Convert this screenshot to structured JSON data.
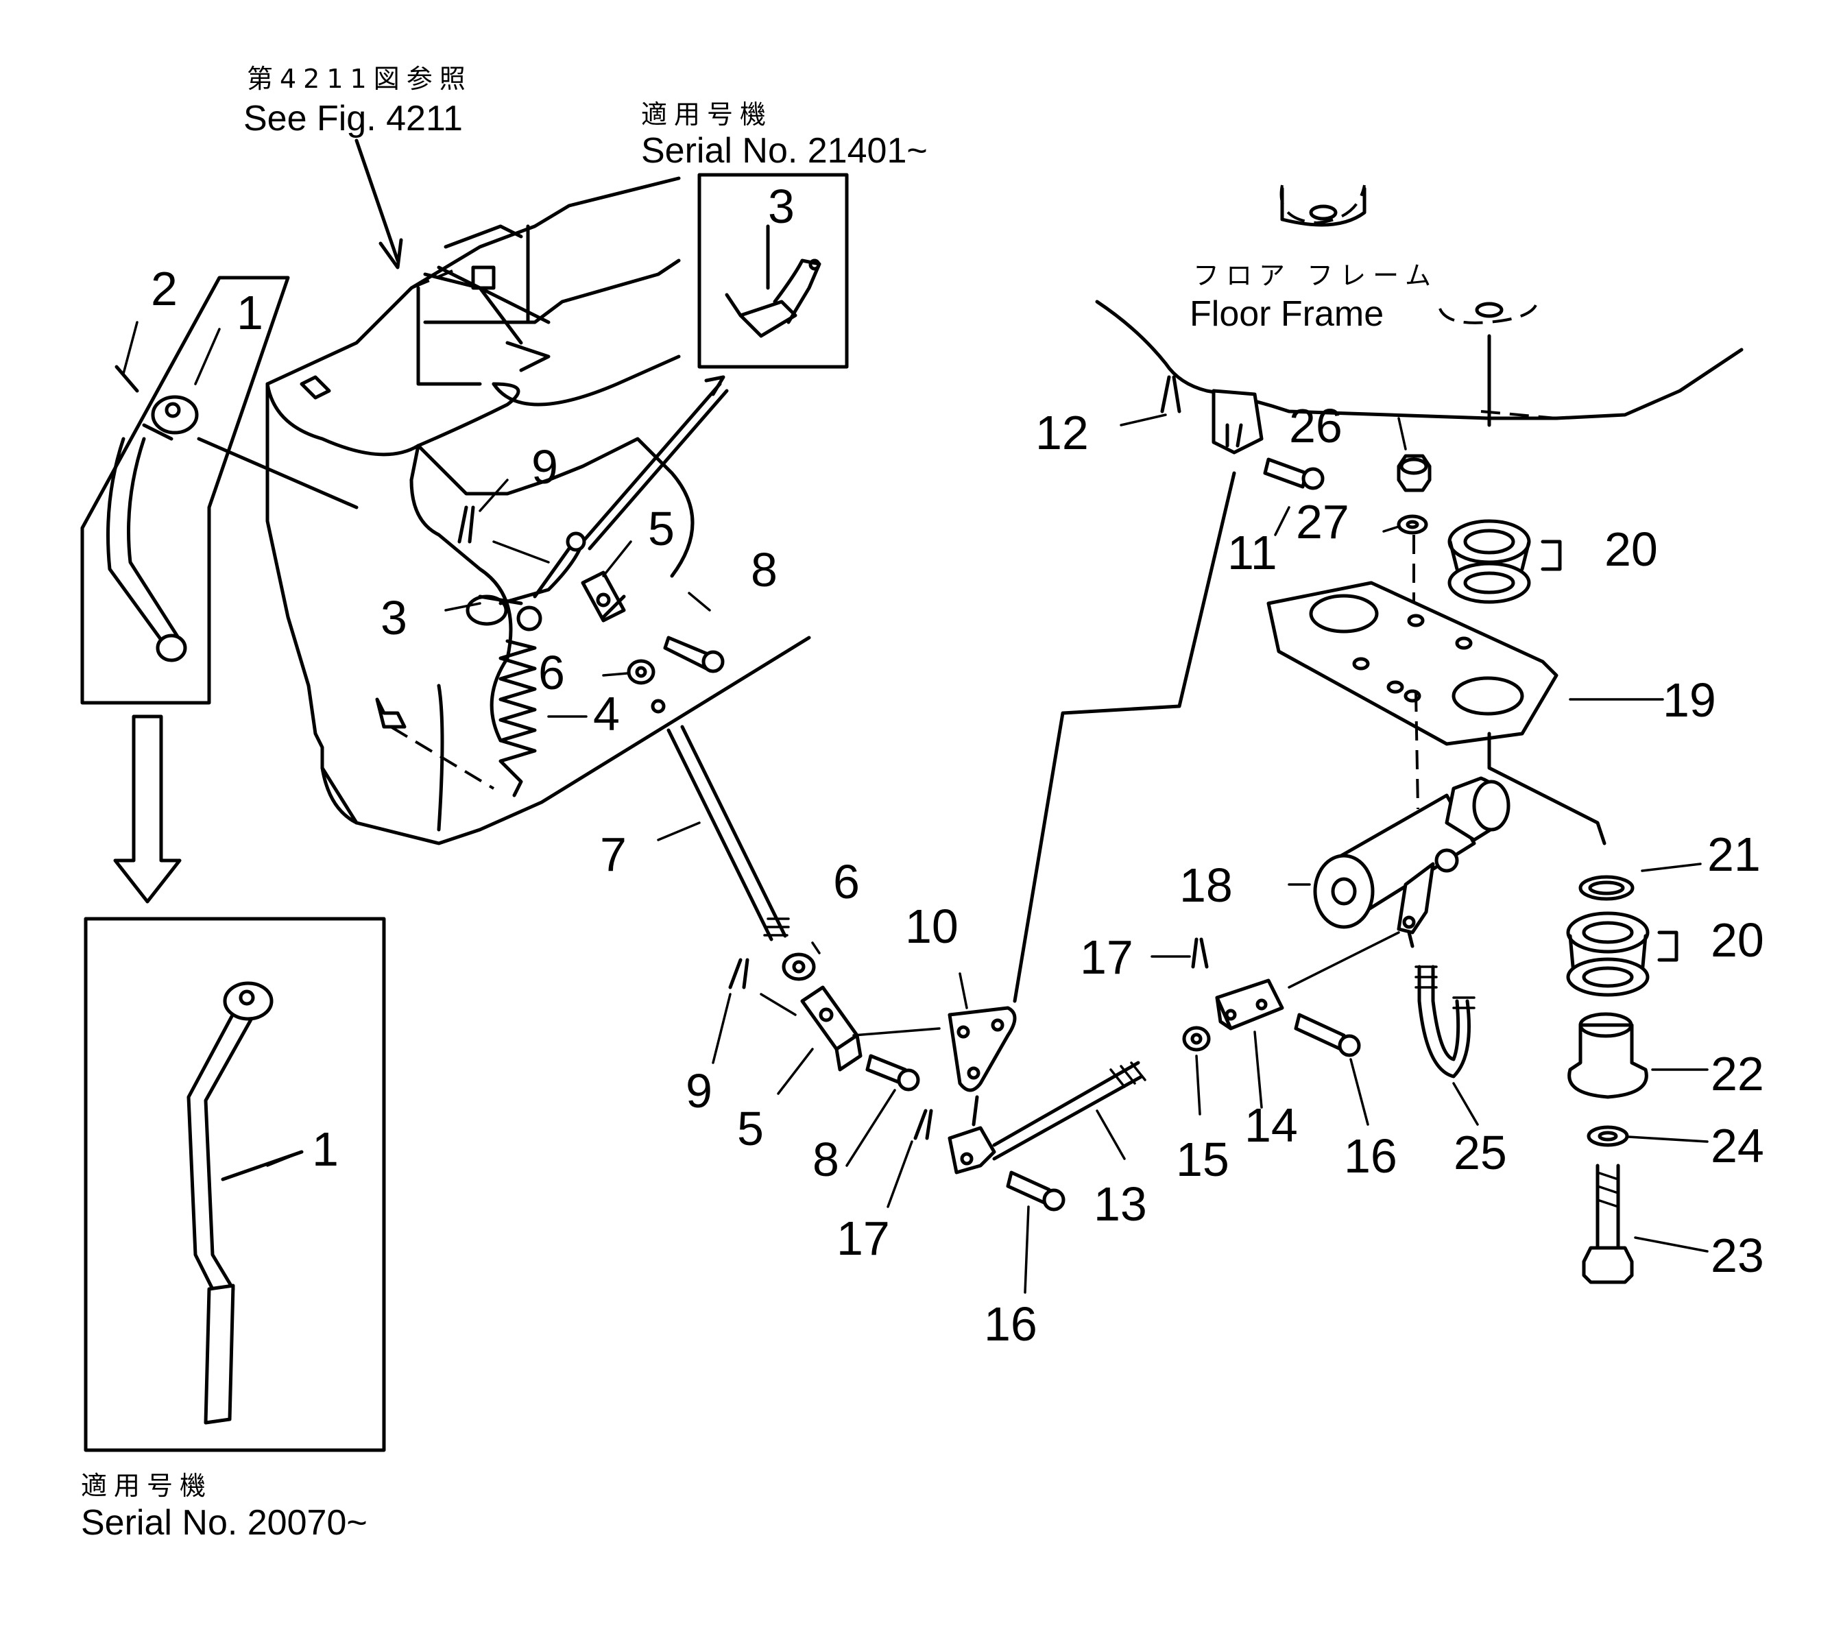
{
  "notes": {
    "fig_ref_jp": "第4211図参照",
    "fig_ref_en": "See Fig. 4211",
    "serial_top_jp": "適用号機",
    "serial_top_en": "Serial No. 21401~",
    "serial_bottom_jp": "適用号機",
    "serial_bottom_en": "Serial No. 20070~",
    "floor_jp": "フロア フレーム",
    "floor_en": "Floor Frame"
  },
  "callouts": {
    "c1a": "1",
    "c1b": "1",
    "c2": "2",
    "c3a": "3",
    "c3b": "3",
    "c4": "4",
    "c5a": "5",
    "c5b": "5",
    "c6a": "6",
    "c6b": "6",
    "c7": "7",
    "c8a": "8",
    "c8b": "8",
    "c9a": "9",
    "c9b": "9",
    "c10": "10",
    "c11": "11",
    "c12": "12",
    "c13": "13",
    "c14": "14",
    "c15": "15",
    "c16a": "16",
    "c16b": "16",
    "c17a": "17",
    "c17b": "17",
    "c18": "18",
    "c19": "19",
    "c20a": "20",
    "c20b": "20",
    "c21": "21",
    "c22": "22",
    "c23": "23",
    "c24": "24",
    "c25": "25",
    "c26": "26",
    "c27": "27"
  }
}
